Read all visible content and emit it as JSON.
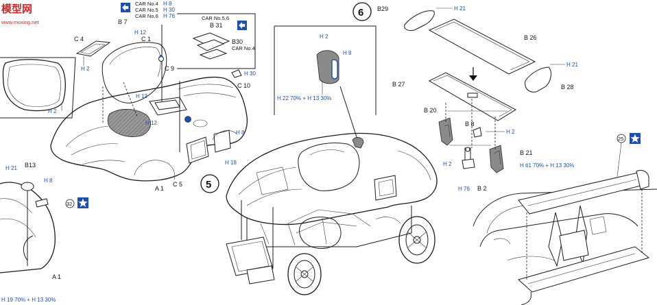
{
  "watermark": {
    "logo_text": "模型网",
    "url": "www.moxing.net"
  },
  "step_numbers": [
    "5",
    "6"
  ],
  "car_options": {
    "upper": [
      "CAR No.4",
      "CAR No.5",
      "CAR No.6"
    ],
    "mid_header": "CAR No.5,6",
    "mid_alt": "CAR No.4"
  },
  "part_labels": {
    "b7": "B 7",
    "c4": "C 4",
    "c1": "C 1",
    "c9": "C 9",
    "c10": "C 10",
    "b31": "B 31",
    "b30": "B30",
    "a1_main": "A 1",
    "c5": "C 5",
    "b13": "B13",
    "a1_left": "A 1",
    "b29": "B29",
    "b26": "B 26",
    "b27": "B 27",
    "b28": "B 28",
    "b20": "B 20",
    "b8": "B 8",
    "b21": "B 21",
    "b2": "B 2"
  },
  "paint_codes": {
    "h2": "H 2",
    "h8": "H 8",
    "h12": "H 12",
    "h18": "H 18",
    "h21": "H 21",
    "h30": "H 30",
    "h76": "H 76",
    "mix_a": "H 22 70% + H 13 30%",
    "mix_b": "H 61 70% + H 13 30%",
    "mix_left": "H 19 70% + H 13 30%"
  },
  "marker_numbers": {
    "m32": "32",
    "m25": "25"
  },
  "colors": {
    "paint_badge": "#1a4fb5",
    "watermark": "#d42424",
    "line": "#1a1a1a"
  },
  "icons": {
    "star": "star-icon",
    "decal_arrow": "decal-arrow-icon"
  }
}
